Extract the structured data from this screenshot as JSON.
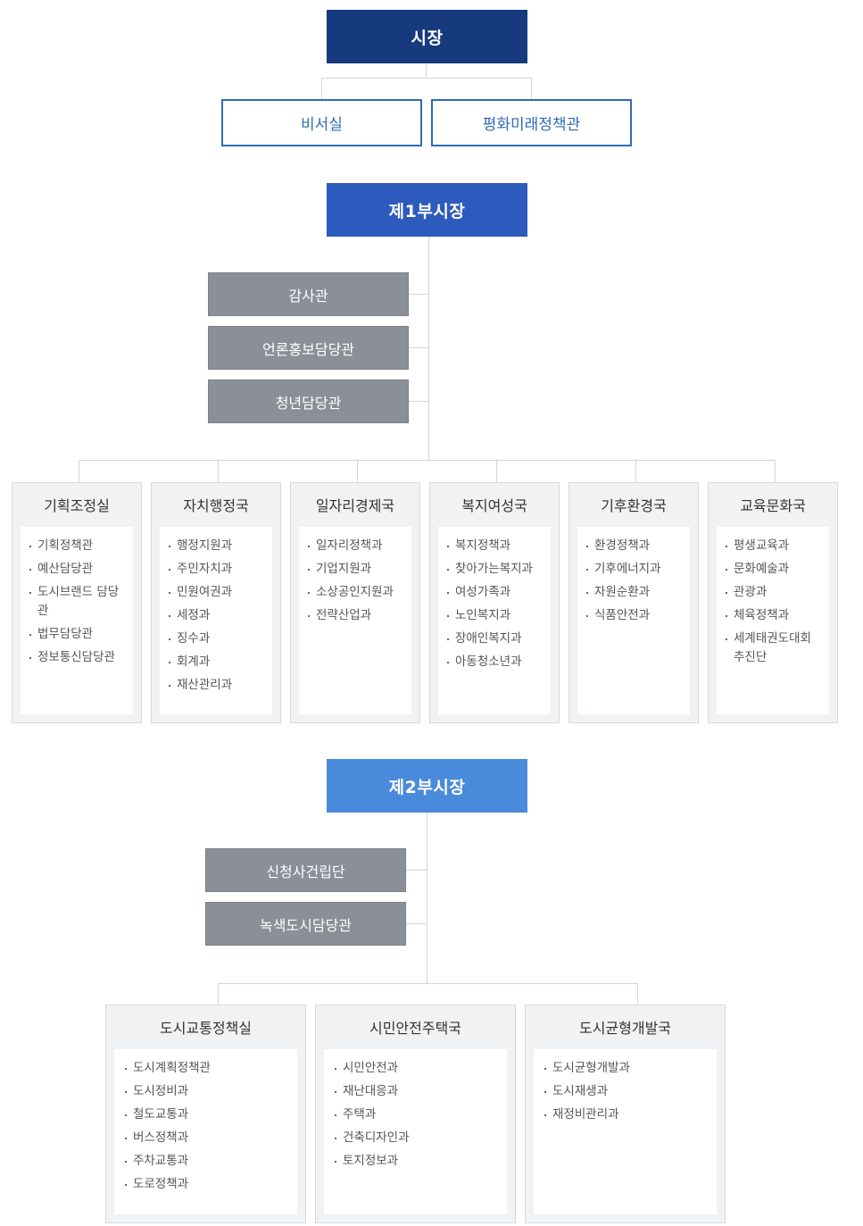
{
  "mayor": "시장",
  "mayor_staff": [
    "비서실",
    "평화미래정책관"
  ],
  "vice1": {
    "title": "제1부시장",
    "direct": [
      "감사관",
      "언론홍보담당관",
      "청년담당관"
    ],
    "bureaus": [
      {
        "name": "기획조정실",
        "items": [
          "기획정책관",
          "예산담당관",
          "도시브랜드 담당관",
          "법무담당관",
          "정보통신담당관"
        ]
      },
      {
        "name": "자치행정국",
        "items": [
          "행정지원과",
          "주민자치과",
          "민원여권과",
          "세정과",
          "징수과",
          "회계과",
          "재산관리과"
        ]
      },
      {
        "name": "일자리경제국",
        "items": [
          "일자리정책과",
          "기업지원과",
          "소상공인지원과",
          "전략산업과"
        ]
      },
      {
        "name": "복지여성국",
        "items": [
          "복지정책과",
          "찾아가는복지과",
          "여성가족과",
          "노인복지과",
          "장애인복지과",
          "아동청소년과"
        ]
      },
      {
        "name": "기후환경국",
        "items": [
          "환경정책과",
          "기후에너지과",
          "자원순환과",
          "식품안전과"
        ]
      },
      {
        "name": "교육문화국",
        "items": [
          "평생교육과",
          "문화예술과",
          "관광과",
          "체육정책과",
          "세계태권도대회 추진단"
        ]
      }
    ]
  },
  "vice2": {
    "title": "제2부시장",
    "direct": [
      "신청사건립단",
      "녹색도시담당관"
    ],
    "bureaus": [
      {
        "name": "도시교통정책실",
        "items": [
          "도시계획정책관",
          "도시정비과",
          "철도교통과",
          "버스정책과",
          "주차교통과",
          "도로정책과"
        ]
      },
      {
        "name": "시민안전주택국",
        "items": [
          "시민안전과",
          "재난대응과",
          "주택과",
          "건축디자인과",
          "토지정보과"
        ]
      },
      {
        "name": "도시균형개발국",
        "items": [
          "도시균형개발과",
          "도시재생과",
          "재정비관리과"
        ]
      }
    ]
  }
}
